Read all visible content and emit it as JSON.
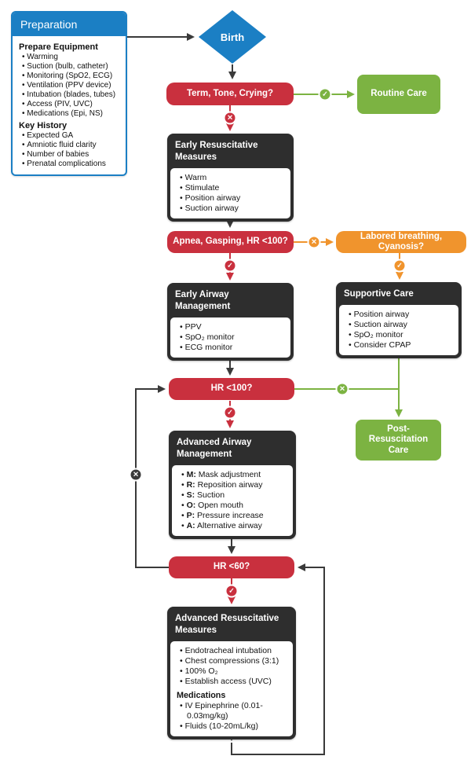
{
  "palette": {
    "blue": "#1b7fc4",
    "red": "#c9303e",
    "green": "#7cb342",
    "orange": "#f0942d",
    "dark_header": "#2e2e2e",
    "connector": "#3a3a3a"
  },
  "badges": {
    "check": "✓",
    "cross": "✕"
  },
  "preparation": {
    "title": "Preparation",
    "sections": [
      {
        "heading": "Prepare Equipment",
        "items": [
          "Warming",
          "Suction (bulb, catheter)",
          "Monitoring (SpO2, ECG)",
          "Ventilation (PPV device)",
          "Intubation (blades, tubes)",
          "Access (PIV, UVC)",
          "Medications (Epi, NS)"
        ]
      },
      {
        "heading": "Key History",
        "items": [
          "Expected GA",
          "Amniotic fluid clarity",
          "Number of babies",
          "Prenatal complications"
        ]
      }
    ]
  },
  "nodes": {
    "birth": {
      "label": "Birth"
    },
    "term_tone_crying": {
      "label": "Term, Tone, Crying?"
    },
    "routine_care": {
      "label": "Routine Care"
    },
    "early_resuscitative": {
      "title": "Early Resuscitative Measures",
      "items": [
        "Warm",
        "Stimulate",
        "Position airway",
        "Suction airway"
      ]
    },
    "apnea_gasping": {
      "label": "Apnea, Gasping, HR <100?"
    },
    "labored_breathing": {
      "label": "Labored breathing, Cyanosis?"
    },
    "early_airway": {
      "title": "Early Airway Management",
      "items": [
        "PPV",
        "SpO₂ monitor",
        "ECG monitor"
      ]
    },
    "supportive_care": {
      "title": "Supportive Care",
      "items": [
        "Position airway",
        "Suction airway",
        "SpO₂ monitor",
        "Consider CPAP"
      ]
    },
    "hr_lt_100": {
      "label": "HR <100?"
    },
    "post_resuscitation_care": {
      "label": "Post-Resuscitation Care"
    },
    "advanced_airway": {
      "title": "Advanced Airway Management",
      "items": [
        {
          "k": "M:",
          "t": " Mask adjustment"
        },
        {
          "k": "R:",
          "t": " Reposition airway"
        },
        {
          "k": "S:",
          "t": " Suction"
        },
        {
          "k": "O:",
          "t": " Open mouth"
        },
        {
          "k": "P:",
          "t": " Pressure increase"
        },
        {
          "k": "A:",
          "t": " Alternative airway"
        }
      ]
    },
    "hr_lt_60": {
      "label": "HR <60?"
    },
    "advanced_resuscitative": {
      "title": "Advanced Resuscitative Measures",
      "items": [
        "Endotracheal intubation",
        "Chest compressions (3:1)",
        "100% O₂",
        "Establish access (UVC)"
      ],
      "subheading": "Medications",
      "sub_items": [
        "IV Epinephrine (0.01-0.03mg/kg)",
        "Fluids (10-20mL/kg)"
      ]
    }
  }
}
